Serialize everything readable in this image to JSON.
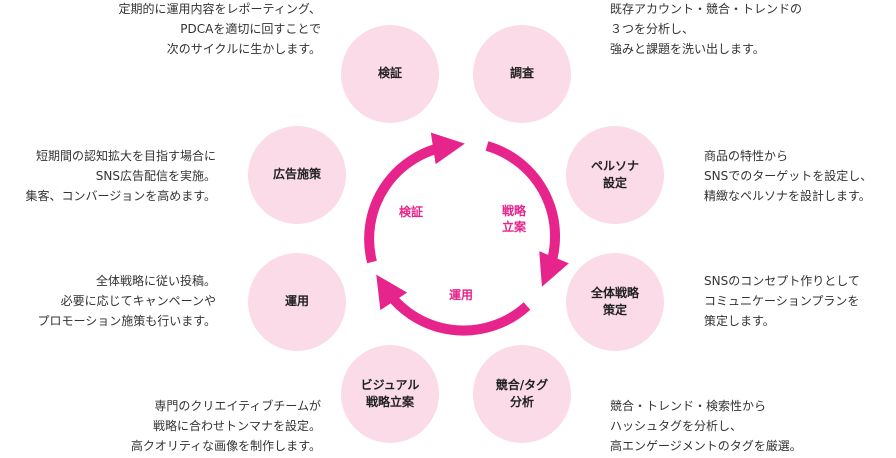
{
  "cycle": {
    "color": "#e6248b",
    "labels": {
      "kensho": "検証",
      "senryaku": "戦略\n立案",
      "unyo": "運用"
    }
  },
  "nodes": {
    "kensho": "検証",
    "chosa": "調査",
    "persona": "ペルソナ\n設定",
    "zentai": "全体戦略\n策定",
    "kyogo": "競合/タグ\n分析",
    "visual": "ビジュアル\n戦略立案",
    "unyo": "運用",
    "koukoku": "広告施策"
  },
  "descriptions": {
    "kensho": "定期的に運用内容をレポーティング、\nPDCAを適切に回すことで\n次のサイクルに生かします。",
    "chosa": "既存アカウント・競合・トレンドの\n３つを分析し、\n強みと課題を洗い出します。",
    "koukoku": "短期間の認知拡大を目指す場合に\nSNS広告配信を実施。\n集客、コンバージョンを高めます。",
    "persona": "商品の特性から\nSNSでのターゲットを設定し、\n精緻なペルソナを設計します。",
    "unyo": "全体戦略に従い投稿。\n必要に応じてキャンペーンや\nプロモーション施策も行います。",
    "zentai": "SNSのコンセプト作りとして\nコミュニケーションプランを\n策定します。",
    "visual": "専門のクリエイティブチームが\n戦略に合わせトンマナを設定。\n高クオリティな画像を制作します。",
    "kyogo": "競合・トレンド・検索性から\nハッシュタグを分析し、\n高エンゲージメントのタグを厳選。"
  }
}
